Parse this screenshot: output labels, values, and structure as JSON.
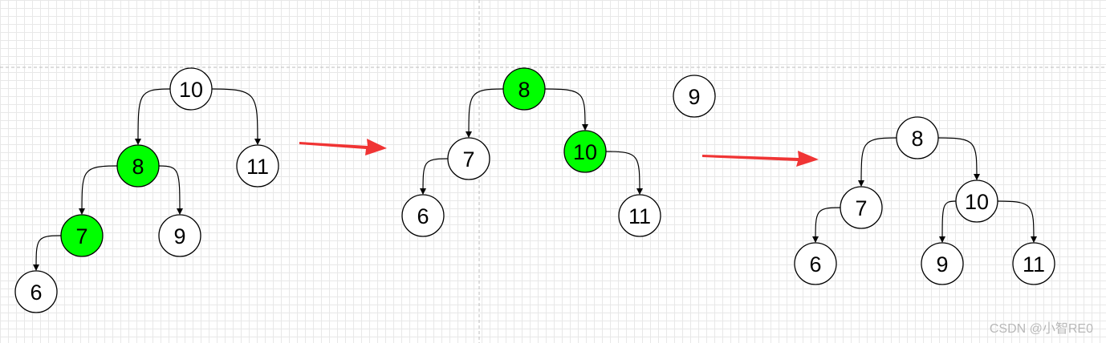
{
  "colors": {
    "highlight_fill": "#00ff00",
    "node_fill": "#ffffff",
    "stroke": "#000000",
    "arrow": "#f03434"
  },
  "trees": [
    {
      "nodes": [
        {
          "id": "10",
          "label": "10",
          "highlighted": false
        },
        {
          "id": "8",
          "label": "8",
          "highlighted": true
        },
        {
          "id": "11",
          "label": "11",
          "highlighted": false
        },
        {
          "id": "7",
          "label": "7",
          "highlighted": true
        },
        {
          "id": "9",
          "label": "9",
          "highlighted": false
        },
        {
          "id": "6",
          "label": "6",
          "highlighted": false
        }
      ],
      "edges": [
        [
          "10",
          "8"
        ],
        [
          "10",
          "11"
        ],
        [
          "8",
          "7"
        ],
        [
          "8",
          "9"
        ],
        [
          "7",
          "6"
        ]
      ]
    },
    {
      "nodes": [
        {
          "id": "8",
          "label": "8",
          "highlighted": true
        },
        {
          "id": "7",
          "label": "7",
          "highlighted": false
        },
        {
          "id": "10",
          "label": "10",
          "highlighted": true
        },
        {
          "id": "6",
          "label": "6",
          "highlighted": false
        },
        {
          "id": "11",
          "label": "11",
          "highlighted": false
        },
        {
          "id": "9",
          "label": "9",
          "highlighted": false
        }
      ],
      "edges": [
        [
          "8",
          "7"
        ],
        [
          "8",
          "10"
        ],
        [
          "7",
          "6"
        ],
        [
          "10",
          "11"
        ]
      ]
    },
    {
      "nodes": [
        {
          "id": "8",
          "label": "8",
          "highlighted": false
        },
        {
          "id": "7",
          "label": "7",
          "highlighted": false
        },
        {
          "id": "10",
          "label": "10",
          "highlighted": false
        },
        {
          "id": "6",
          "label": "6",
          "highlighted": false
        },
        {
          "id": "9",
          "label": "9",
          "highlighted": false
        },
        {
          "id": "11",
          "label": "11",
          "highlighted": false
        }
      ],
      "edges": [
        [
          "8",
          "7"
        ],
        [
          "8",
          "10"
        ],
        [
          "7",
          "6"
        ],
        [
          "10",
          "9"
        ],
        [
          "10",
          "11"
        ]
      ]
    }
  ],
  "watermark": "CSDN @小智RE0"
}
